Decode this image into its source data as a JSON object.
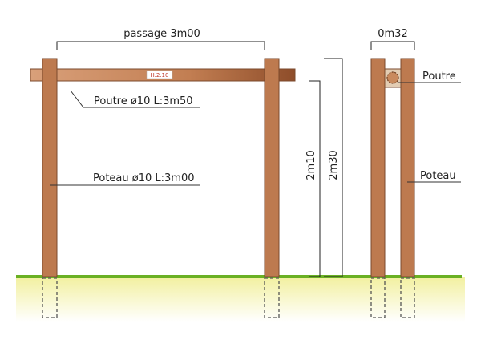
{
  "labels": {
    "passage": "passage 3m00",
    "width_side": "0m32",
    "beam_main": "Poutre ø10 L:3m50",
    "post_main": "Poteau ø10 L:3m00",
    "height_inner": "2m10",
    "height_total": "2m30",
    "beam_side": "Poutre",
    "post_side": "Poteau",
    "beam_tag": "H.2.10"
  },
  "colors": {
    "wood": "#bd7a4f",
    "wood_dark": "#a8653c",
    "wood_edge": "#7b4a2c",
    "grass": "#6ab023",
    "soil_top": "#f2f0a0",
    "soil_bottom": "#ffffff"
  }
}
